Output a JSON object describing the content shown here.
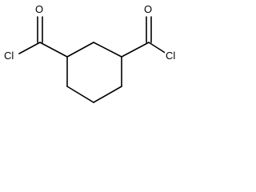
{
  "molecule": {
    "atoms": {
      "o_left": "O",
      "cl_left": "Cl",
      "o_right": "O",
      "cl_right": "Cl"
    }
  }
}
